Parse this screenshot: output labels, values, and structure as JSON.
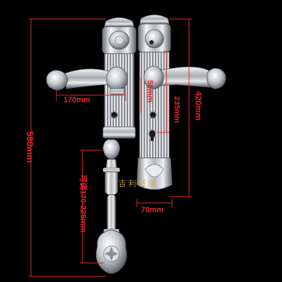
{
  "dimensions": {
    "total_height": "580mm",
    "backplate_height": "420mm",
    "handle_center": "235mm",
    "handle_spread": "170mm",
    "cylinder_center": "58mm",
    "backplate_width": "70mm",
    "adjustable_range": "可调170-225mm"
  },
  "watermark": "吉利城堡",
  "colors": {
    "background": "#000000",
    "dimension_line": "#e4262b",
    "metal_light": "#f1f3f4",
    "metal_mid": "#b8bcc0",
    "metal_dark": "#5f6367"
  },
  "object": {
    "description_icon": "door-handle-lock-set-icon"
  }
}
